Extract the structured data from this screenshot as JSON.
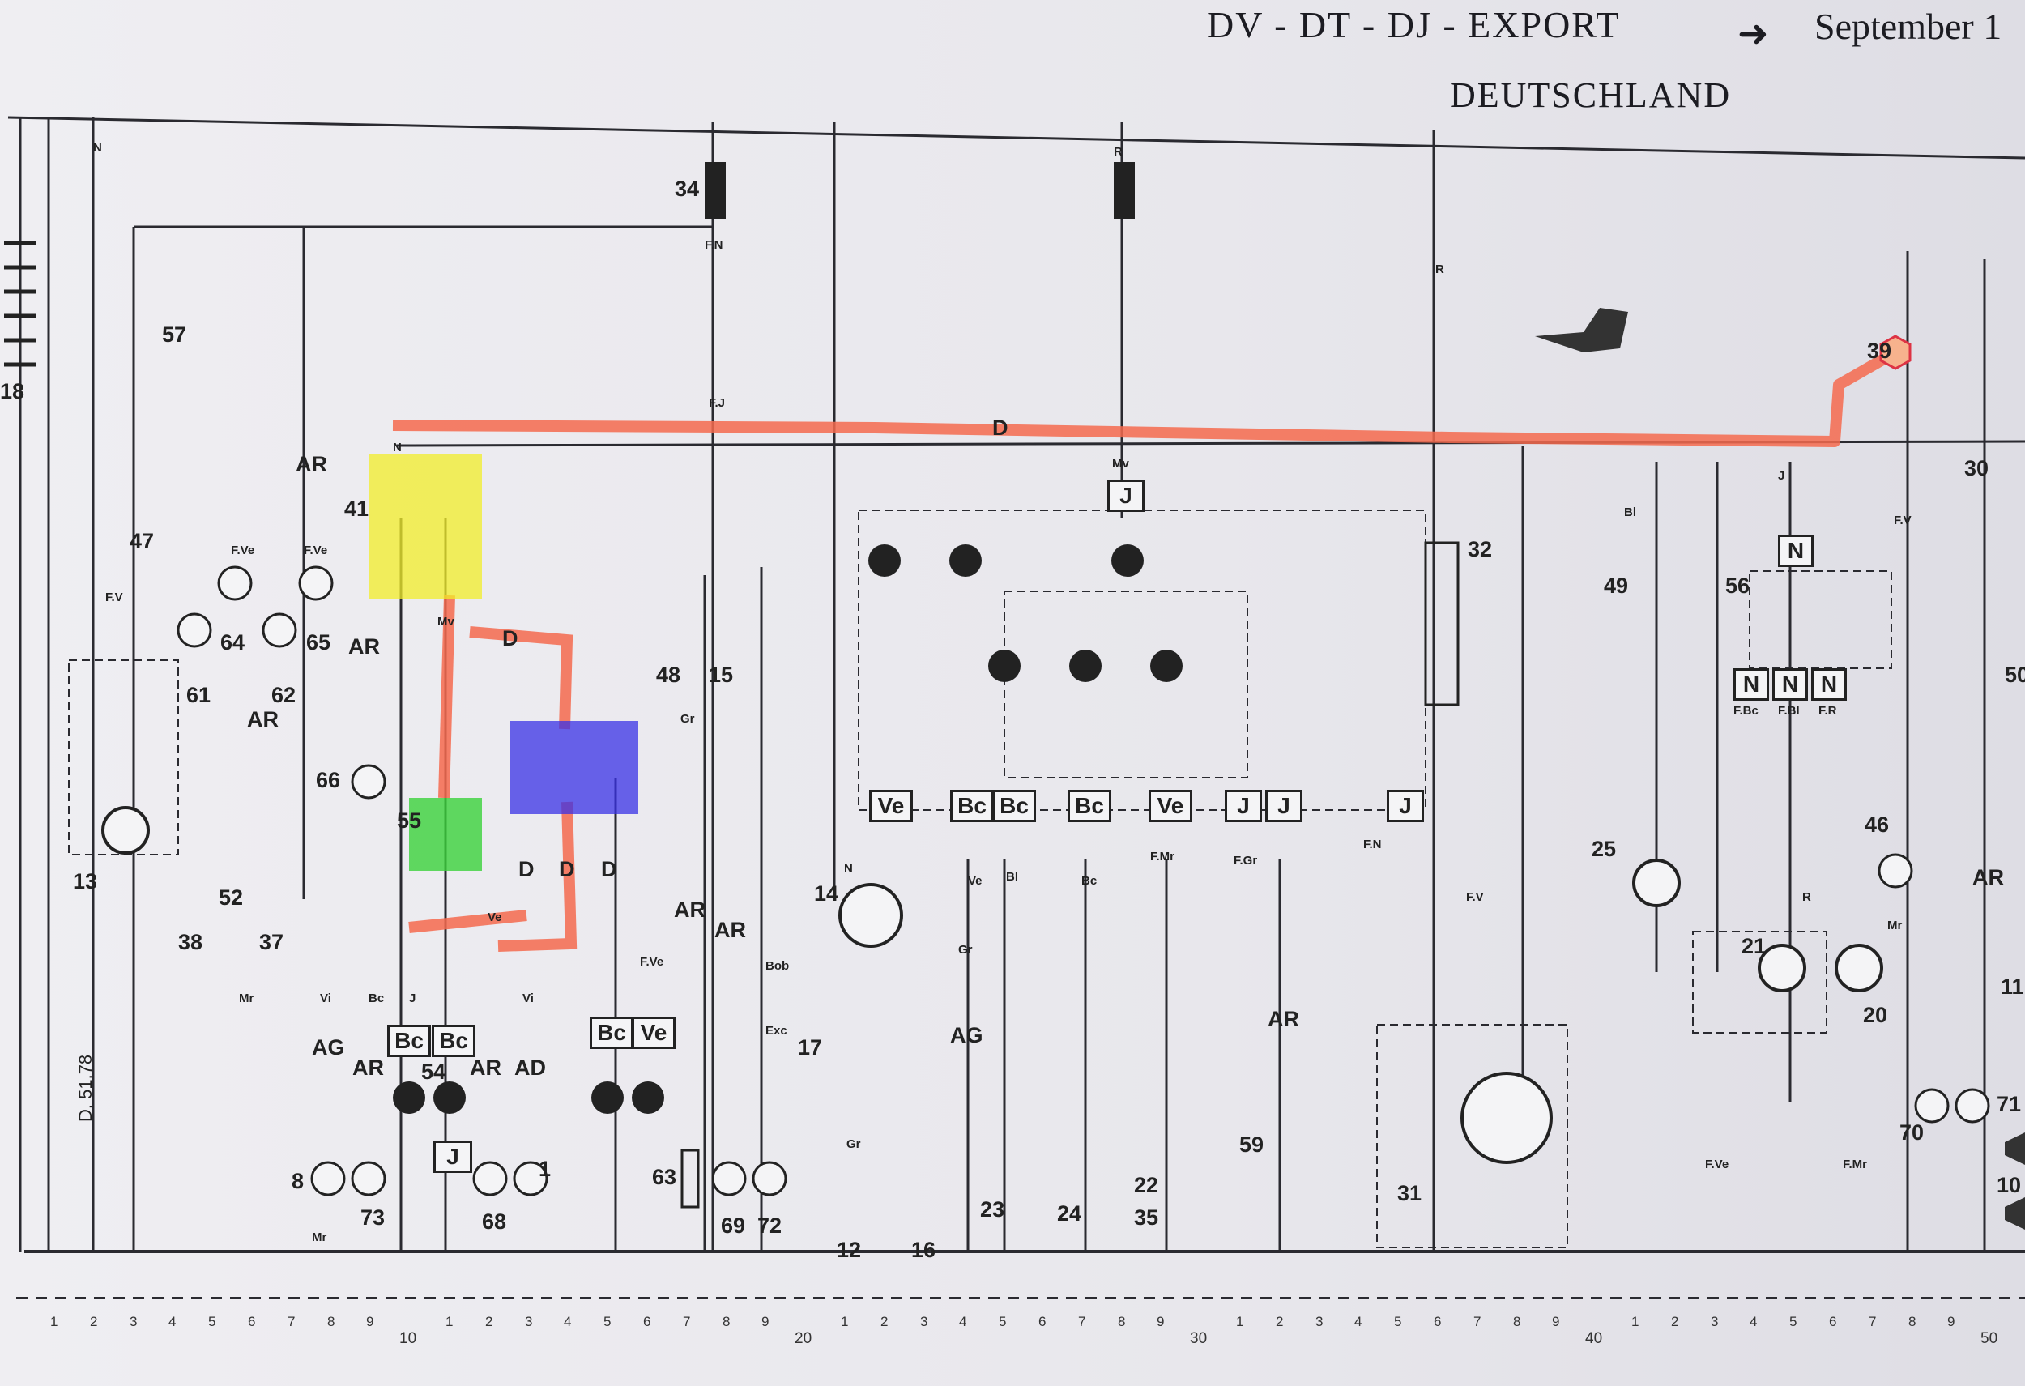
{
  "header": {
    "title": "DV - DT - DJ - EXPORT",
    "subtitle": "DEUTSCHLAND",
    "date_prefix": "September 1"
  },
  "side_ref": "D. 51.78",
  "highlight_colors": {
    "wire": "#f46a4e",
    "relay_41_upper": "#f2ee2a",
    "switch_55": "#3bd23b",
    "relay_41_lower": "#3a32e6"
  },
  "components": [
    "18",
    "13",
    "57",
    "47",
    "61",
    "64",
    "62",
    "65",
    "41",
    "66",
    "55",
    "52",
    "38",
    "37",
    "8",
    "73",
    "54",
    "68",
    "1",
    "48",
    "15",
    "63",
    "69",
    "72",
    "34",
    "14",
    "17",
    "12",
    "16",
    "23",
    "24",
    "22",
    "35",
    "59",
    "32",
    "31",
    "49",
    "25",
    "56",
    "21",
    "20",
    "46",
    "70",
    "71",
    "30",
    "10",
    "11",
    "39",
    "50"
  ],
  "wire_codes": [
    "D",
    "AR",
    "AG",
    "AD",
    "F.V",
    "F.N",
    "F.J",
    "Mv",
    "Ve",
    "Bc",
    "Bl",
    "Mr",
    "N",
    "R",
    "J",
    "Gr",
    "Vi",
    "F.Ve",
    "F.Mr",
    "F.Gr",
    "F.Bl",
    "F.Bc",
    "F.R",
    "Bob",
    "Exc"
  ],
  "relay_boxes": [
    "Bc",
    "Bc",
    "Bc",
    "Ve",
    "J",
    "Ve",
    "Bc",
    "Bc",
    "Bc",
    "Ve",
    "J",
    "J",
    "J",
    "J",
    "N",
    "N",
    "N",
    "N"
  ],
  "scale": {
    "minor": [
      "1",
      "2",
      "3",
      "4",
      "5",
      "6",
      "7",
      "8",
      "9",
      "1",
      "2",
      "3",
      "4",
      "5",
      "6",
      "7",
      "8",
      "9",
      "1",
      "2",
      "3",
      "4",
      "5",
      "6",
      "7",
      "8",
      "9",
      "1",
      "2",
      "3",
      "4",
      "5",
      "6",
      "7",
      "8",
      "9",
      "1",
      "2",
      "3",
      "4",
      "5",
      "6",
      "7",
      "8",
      "9",
      "1",
      "2",
      "3",
      "4",
      "5",
      "6",
      "7",
      "8",
      "9"
    ],
    "major": [
      "10",
      "20",
      "30",
      "40",
      "50"
    ]
  }
}
